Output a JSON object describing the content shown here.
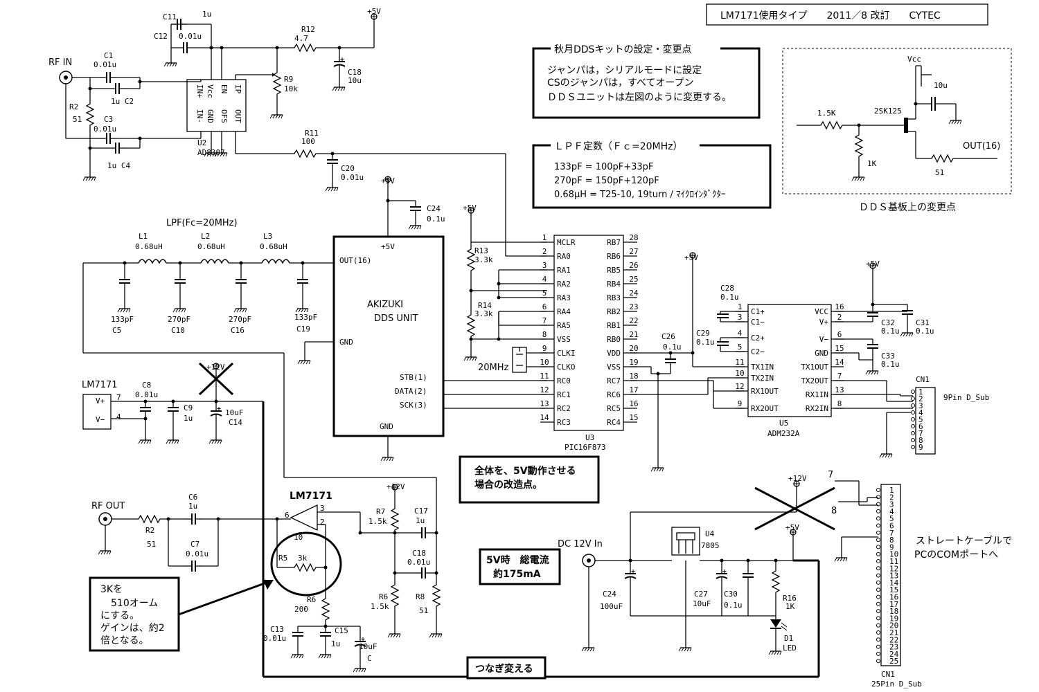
{
  "header": "LM7171使用タイプ　　2011／8 改訂　　CYTEC",
  "note_dds": {
    "title": "秋月DDSキットの設定・変更点",
    "lines": [
      "ジャンパは，シリアルモードに設定",
      "CSのジャンパは，すべてオープン",
      "ＤＤＳユニットは左図のように変更する。"
    ]
  },
  "note_lpf": {
    "title": "ＬＰＦ定数（Ｆｃ=20MHz）",
    "lines": [
      "133pF = 100pF+33pF",
      "270pF = 150pF+120pF",
      "0.68μH = T25-10, 19turn /  ﾏｲｸﾛｲﾝﾀﾞｸﾀｰ"
    ]
  },
  "dds_mod": {
    "caption": "ＤＤＳ基板上の変更点",
    "vcc": "Vcc",
    "cap": "10u",
    "r_in": "1.5K",
    "fet": "2SK125",
    "out": "OUT(16)",
    "r_gnd": "1K",
    "r_out": "51"
  },
  "note_5v": "全体を、5V動作させる場合の改造点。",
  "note_current": [
    "5V時　総電流",
    "約175mA"
  ],
  "note_gain": [
    "3Kを",
    "510オーム",
    "にする。",
    "ゲインは、約2",
    "倍となる。"
  ],
  "note_rewire": "つなぎ変える",
  "note_cable": [
    "ストレートケーブルで",
    "PCのCOMポートへ"
  ],
  "labels": {
    "rf_in": "RF IN",
    "rf_out": "RF OUT",
    "dc_in": "DC 12V In",
    "lpf": "LPF(Fc=20MHz)",
    "p5v": "+5V",
    "p12v": "+12V",
    "lm7171_ps": "LM7171",
    "lm7171_amp": "LM7171",
    "xtal": "20MHz",
    "cn1_9": "9Pin D_Sub",
    "cn1_25": "25Pin D_Sub",
    "cn1": "CN1",
    "pin7": "7",
    "pin8": "8"
  },
  "parts": {
    "C11": "C11",
    "C11v": "1u",
    "C12": "C12",
    "C12v": "0.01u",
    "R12": "R12",
    "R12v": "4.7",
    "C18": "C18",
    "C18v": "10u",
    "C1": "C1",
    "C1v": "0.01u",
    "C2": "1u C2",
    "R2": "R2",
    "R2v": "51",
    "C3": "C3",
    "C3v": "0.01u",
    "C4": "1u  C4",
    "R9": "R9",
    "R9v": "10k",
    "U2": "U2",
    "U2v": "AD8307",
    "R11": "R11",
    "R11v": "100",
    "C20": "C20",
    "C20v": "0.01u",
    "C24a": "C24",
    "C24av": "0.1u",
    "L1": "L1",
    "L1v": "0.68uH",
    "L2": "L2",
    "L2v": "0.68uH",
    "L3": "L3",
    "L3v": "0.68uH",
    "C5": "C5",
    "C5v": "133pF",
    "C10": "C10",
    "C10v": "270pF",
    "C16": "C16",
    "C16v": "270pF",
    "C19": "C19",
    "C19v": "133pF",
    "R13": "R13",
    "R13v": "3.3k",
    "R14": "R14",
    "R14v": "3.3k",
    "U3": "U3",
    "U3v": "PIC16F873",
    "C26": "C26",
    "C26v": "0.1u",
    "C28": "C28",
    "C28v": "0.1u",
    "C29": "C29",
    "C29v": "0.1u",
    "C32": "C32",
    "C32v": "0.1u",
    "C31": "C31",
    "C31v": "0.1u",
    "C33": "C33",
    "C33v": "0.1u",
    "U5": "U5",
    "U5v": "ADM232A",
    "C8": "C8",
    "C8v": "0.01u",
    "C9": "C9",
    "C9v": "1u",
    "C14": "C14",
    "C14v": "10uF",
    "C6": "C6",
    "C6v": "1u",
    "R2b": "R2",
    "R2bv": "51",
    "C7": "C7",
    "C7v": "0.01u",
    "R5": "R5",
    "R5v": "3k",
    "R6": "R6",
    "R6v": "200",
    "R7": "R7",
    "R7v": "1.5k",
    "C17": "C17",
    "C17v": "1u",
    "C18b": "C18",
    "C18bv": "0.01u",
    "R6b": "R6",
    "R6bv": "1.5k",
    "R8": "R8",
    "R8v": "51",
    "C13": "C13",
    "C13v": "0.01u",
    "C15": "C15",
    "C15v": "1u",
    "C10uF": "10uF",
    "Cc": "C",
    "C24b": "C24",
    "C24bv": "100uF",
    "U4": "U4",
    "U4v": "7805",
    "C27": "C27",
    "C27v": "10uF",
    "C30": "C30",
    "C30v": "0.1u",
    "R16": "R16",
    "R16v": "1K",
    "D1": "D1",
    "D1v": "LED"
  },
  "dds_unit": {
    "title1": "AKIZUKI",
    "title2": "DDS UNIT",
    "p5v": "+5V",
    "out": "OUT(16)",
    "gnd1": "GND",
    "stb": "STB(1)",
    "data": "DATA(2)",
    "sck": "SCK(3)",
    "gnd2": "GND"
  },
  "ad8307_pins": [
    "IN+",
    "Vcc",
    "EN",
    "IP",
    "IN-",
    "GND",
    "OFS",
    "OUT"
  ],
  "pic_left": [
    {
      "n": "1",
      "l": "MCLR"
    },
    {
      "n": "2",
      "l": "RA0"
    },
    {
      "n": "3",
      "l": "RA1"
    },
    {
      "n": "4",
      "l": "RA2"
    },
    {
      "n": "5",
      "l": "RA3"
    },
    {
      "n": "6",
      "l": "RA4"
    },
    {
      "n": "7",
      "l": "RA5"
    },
    {
      "n": "8",
      "l": "VSS"
    },
    {
      "n": "9",
      "l": "CLKI"
    },
    {
      "n": "10",
      "l": "CLKO"
    },
    {
      "n": "11",
      "l": "RC0"
    },
    {
      "n": "12",
      "l": "RC1"
    },
    {
      "n": "13",
      "l": "RC2"
    },
    {
      "n": "14",
      "l": "RC3"
    }
  ],
  "pic_right": [
    {
      "n": "28",
      "l": "RB7"
    },
    {
      "n": "27",
      "l": "RB6"
    },
    {
      "n": "26",
      "l": "RB5"
    },
    {
      "n": "25",
      "l": "RB4"
    },
    {
      "n": "24",
      "l": "RB3"
    },
    {
      "n": "23",
      "l": "RB2"
    },
    {
      "n": "22",
      "l": "RB1"
    },
    {
      "n": "21",
      "l": "RB0"
    },
    {
      "n": "20",
      "l": "VDD"
    },
    {
      "n": "19",
      "l": "VSS"
    },
    {
      "n": "18",
      "l": "RC7"
    },
    {
      "n": "17",
      "l": "RC6"
    },
    {
      "n": "16",
      "l": "RC5"
    },
    {
      "n": "15",
      "l": "RC4"
    }
  ],
  "adm_left": [
    {
      "n": "1",
      "l": "C1+"
    },
    {
      "n": "3",
      "l": "C1−"
    },
    {
      "n": "4",
      "l": "C2+"
    },
    {
      "n": "5",
      "l": "C2−"
    },
    {
      "n": "11",
      "l": "TX1IN"
    },
    {
      "n": "10",
      "l": "TX2IN"
    },
    {
      "n": "12",
      "l": "RX1OUT"
    },
    {
      "n": "9",
      "l": "RX2OUT"
    }
  ],
  "adm_right": [
    {
      "n": "16",
      "l": "VCC"
    },
    {
      "n": "2",
      "l": "V+"
    },
    {
      "n": "6",
      "l": "V−"
    },
    {
      "n": "15",
      "l": "GND"
    },
    {
      "n": "14",
      "l": "TX1OUT"
    },
    {
      "n": "7",
      "l": "TX2OUT"
    },
    {
      "n": "13",
      "l": "RX1IN"
    },
    {
      "n": "8",
      "l": "RX2IN"
    }
  ],
  "lm_pins": {
    "vp": "V+",
    "vm": "V−",
    "p7": "7",
    "p4": "4"
  },
  "amp_pins": {
    "p6": "6",
    "p3": "3",
    "p2": "2",
    "p10": "10"
  },
  "db9_pins": [
    "1",
    "2",
    "3",
    "4",
    "5",
    "6",
    "7",
    "8",
    "9"
  ],
  "db25_pins": [
    "1",
    "2",
    "3",
    "4",
    "5",
    "6",
    "7",
    "8",
    "9",
    "10",
    "11",
    "12",
    "13",
    "14",
    "15",
    "16",
    "17",
    "18",
    "19",
    "20",
    "21",
    "22",
    "23",
    "24",
    "25"
  ]
}
